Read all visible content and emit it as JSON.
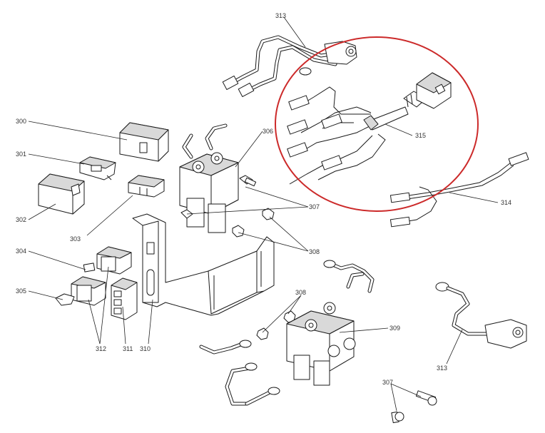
{
  "diagram": {
    "highlight_color": "#cc2a2a",
    "line_color": "#222222",
    "labels": {
      "p300": "300",
      "p301": "301",
      "p302": "302",
      "p303": "303",
      "p304": "304",
      "p305": "305",
      "p306": "306",
      "p307a": "307",
      "p307b": "307",
      "p308a": "308",
      "p308b": "308",
      "p309": "309",
      "p310": "310",
      "p311": "311",
      "p312": "312",
      "p313a": "313",
      "p313b": "313",
      "p314": "314",
      "p315": "315"
    }
  }
}
